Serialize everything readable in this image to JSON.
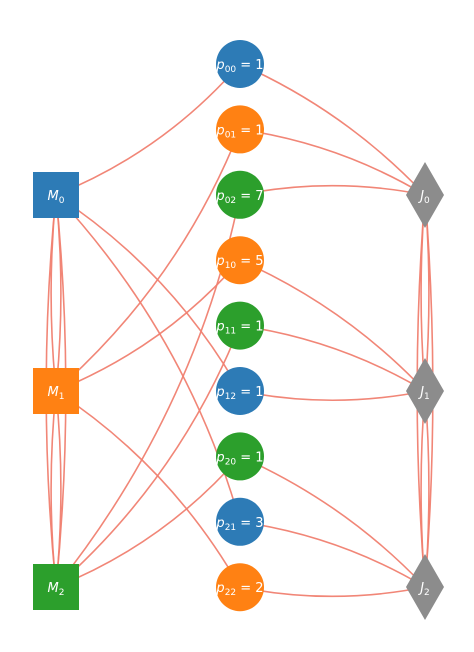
{
  "machines": [
    {
      "id": "M0",
      "base": "M",
      "sub": "0",
      "color": "#2d7bb6"
    },
    {
      "id": "M1",
      "base": "M",
      "sub": "1",
      "color": "#ff8113"
    },
    {
      "id": "M2",
      "base": "M",
      "sub": "2",
      "color": "#2c9f2c"
    }
  ],
  "jobs": [
    {
      "id": "J0",
      "base": "J",
      "sub": "0",
      "color": "#8c8c8c"
    },
    {
      "id": "J1",
      "base": "J",
      "sub": "1",
      "color": "#8c8c8c"
    },
    {
      "id": "J2",
      "base": "J",
      "sub": "2",
      "color": "#8c8c8c"
    }
  ],
  "ops": [
    {
      "id": "p00",
      "sub": "00",
      "value": "1",
      "machine": "M0",
      "job": "J0",
      "color": "#2d7bb6"
    },
    {
      "id": "p01",
      "sub": "01",
      "value": "1",
      "machine": "M1",
      "job": "J0",
      "color": "#ff8113"
    },
    {
      "id": "p02",
      "sub": "02",
      "value": "7",
      "machine": "M2",
      "job": "J0",
      "color": "#2c9f2c"
    },
    {
      "id": "p10",
      "sub": "10",
      "value": "5",
      "machine": "M1",
      "job": "J1",
      "color": "#ff8113"
    },
    {
      "id": "p11",
      "sub": "11",
      "value": "1",
      "machine": "M2",
      "job": "J1",
      "color": "#2c9f2c"
    },
    {
      "id": "p12",
      "sub": "12",
      "value": "1",
      "machine": "M0",
      "job": "J1",
      "color": "#2d7bb6"
    },
    {
      "id": "p20",
      "sub": "20",
      "value": "1",
      "machine": "M2",
      "job": "J2",
      "color": "#2c9f2c"
    },
    {
      "id": "p21",
      "sub": "21",
      "value": "3",
      "machine": "M0",
      "job": "J2",
      "color": "#2d7bb6"
    },
    {
      "id": "p22",
      "sub": "22",
      "value": "2",
      "machine": "M1",
      "job": "J2",
      "color": "#ff8113"
    }
  ],
  "edge_color": "#f08070"
}
